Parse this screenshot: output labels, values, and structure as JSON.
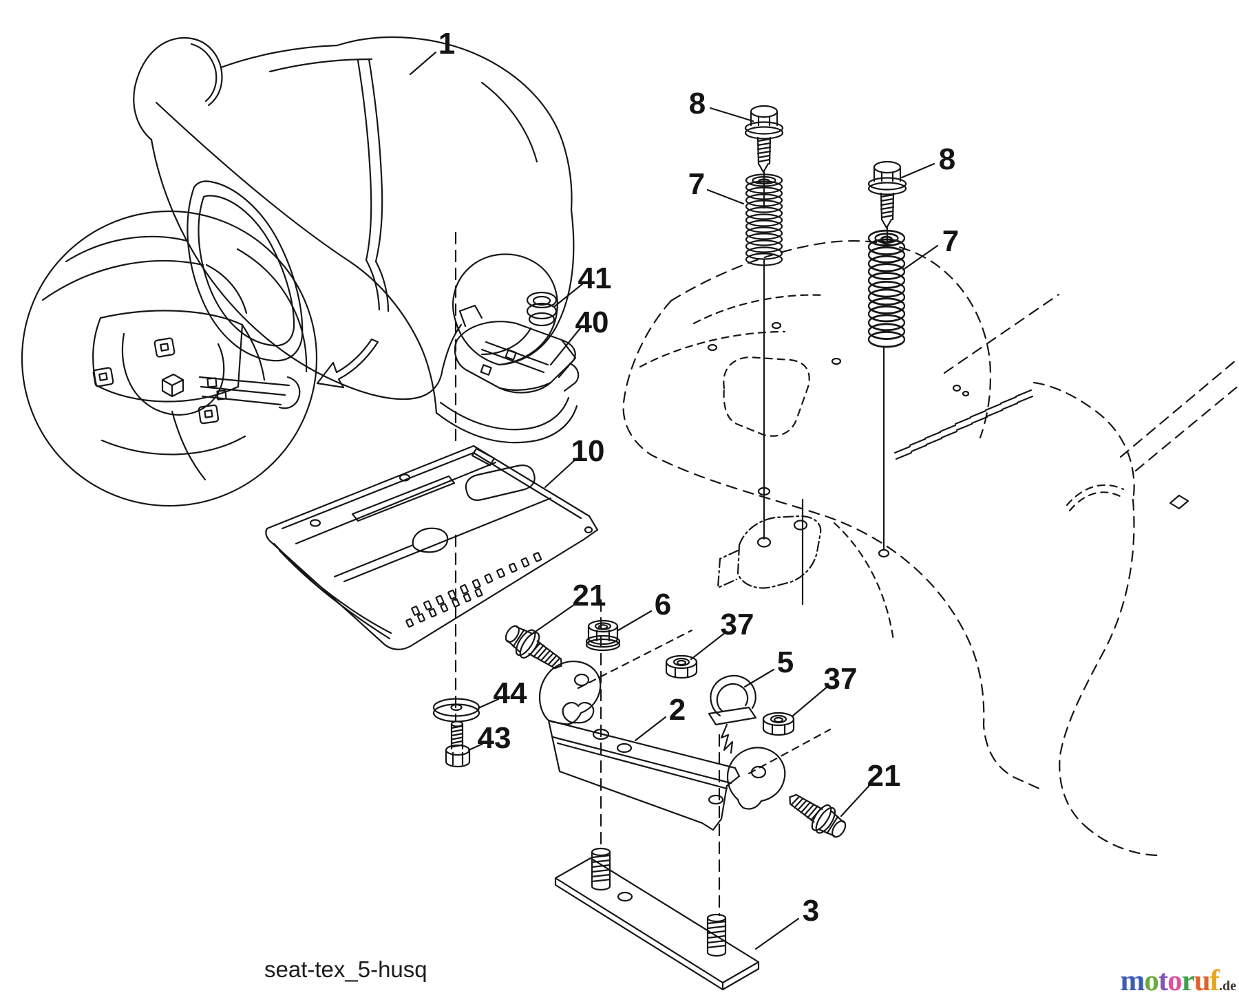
{
  "colors": {
    "ink": "#161616",
    "background": "#ffffff"
  },
  "footer": {
    "drawing_code": "seat-tex_5-husq"
  },
  "brand": {
    "letters": [
      {
        "char": "m",
        "color": "#3b5cb8"
      },
      {
        "char": "o",
        "color": "#6aaa3c"
      },
      {
        "char": "t",
        "color": "#7e57b4"
      },
      {
        "char": "o",
        "color": "#e0519e"
      },
      {
        "char": "r",
        "color": "#3da04a"
      },
      {
        "char": "u",
        "color": "#e2612b"
      },
      {
        "char": "f",
        "color": "#e9a61c"
      }
    ],
    "domain_suffix": ".de",
    "suffix_color": "#3a3a3a"
  },
  "callouts": [
    {
      "text": "1"
    },
    {
      "text": "8"
    },
    {
      "text": "7"
    },
    {
      "text": "8"
    },
    {
      "text": "7"
    },
    {
      "text": "41"
    },
    {
      "text": "40"
    },
    {
      "text": "10"
    },
    {
      "text": "21"
    },
    {
      "text": "6"
    },
    {
      "text": "37"
    },
    {
      "text": "5"
    },
    {
      "text": "37"
    },
    {
      "text": "2"
    },
    {
      "text": "44"
    },
    {
      "text": "43"
    },
    {
      "text": "21"
    },
    {
      "text": "3"
    }
  ]
}
